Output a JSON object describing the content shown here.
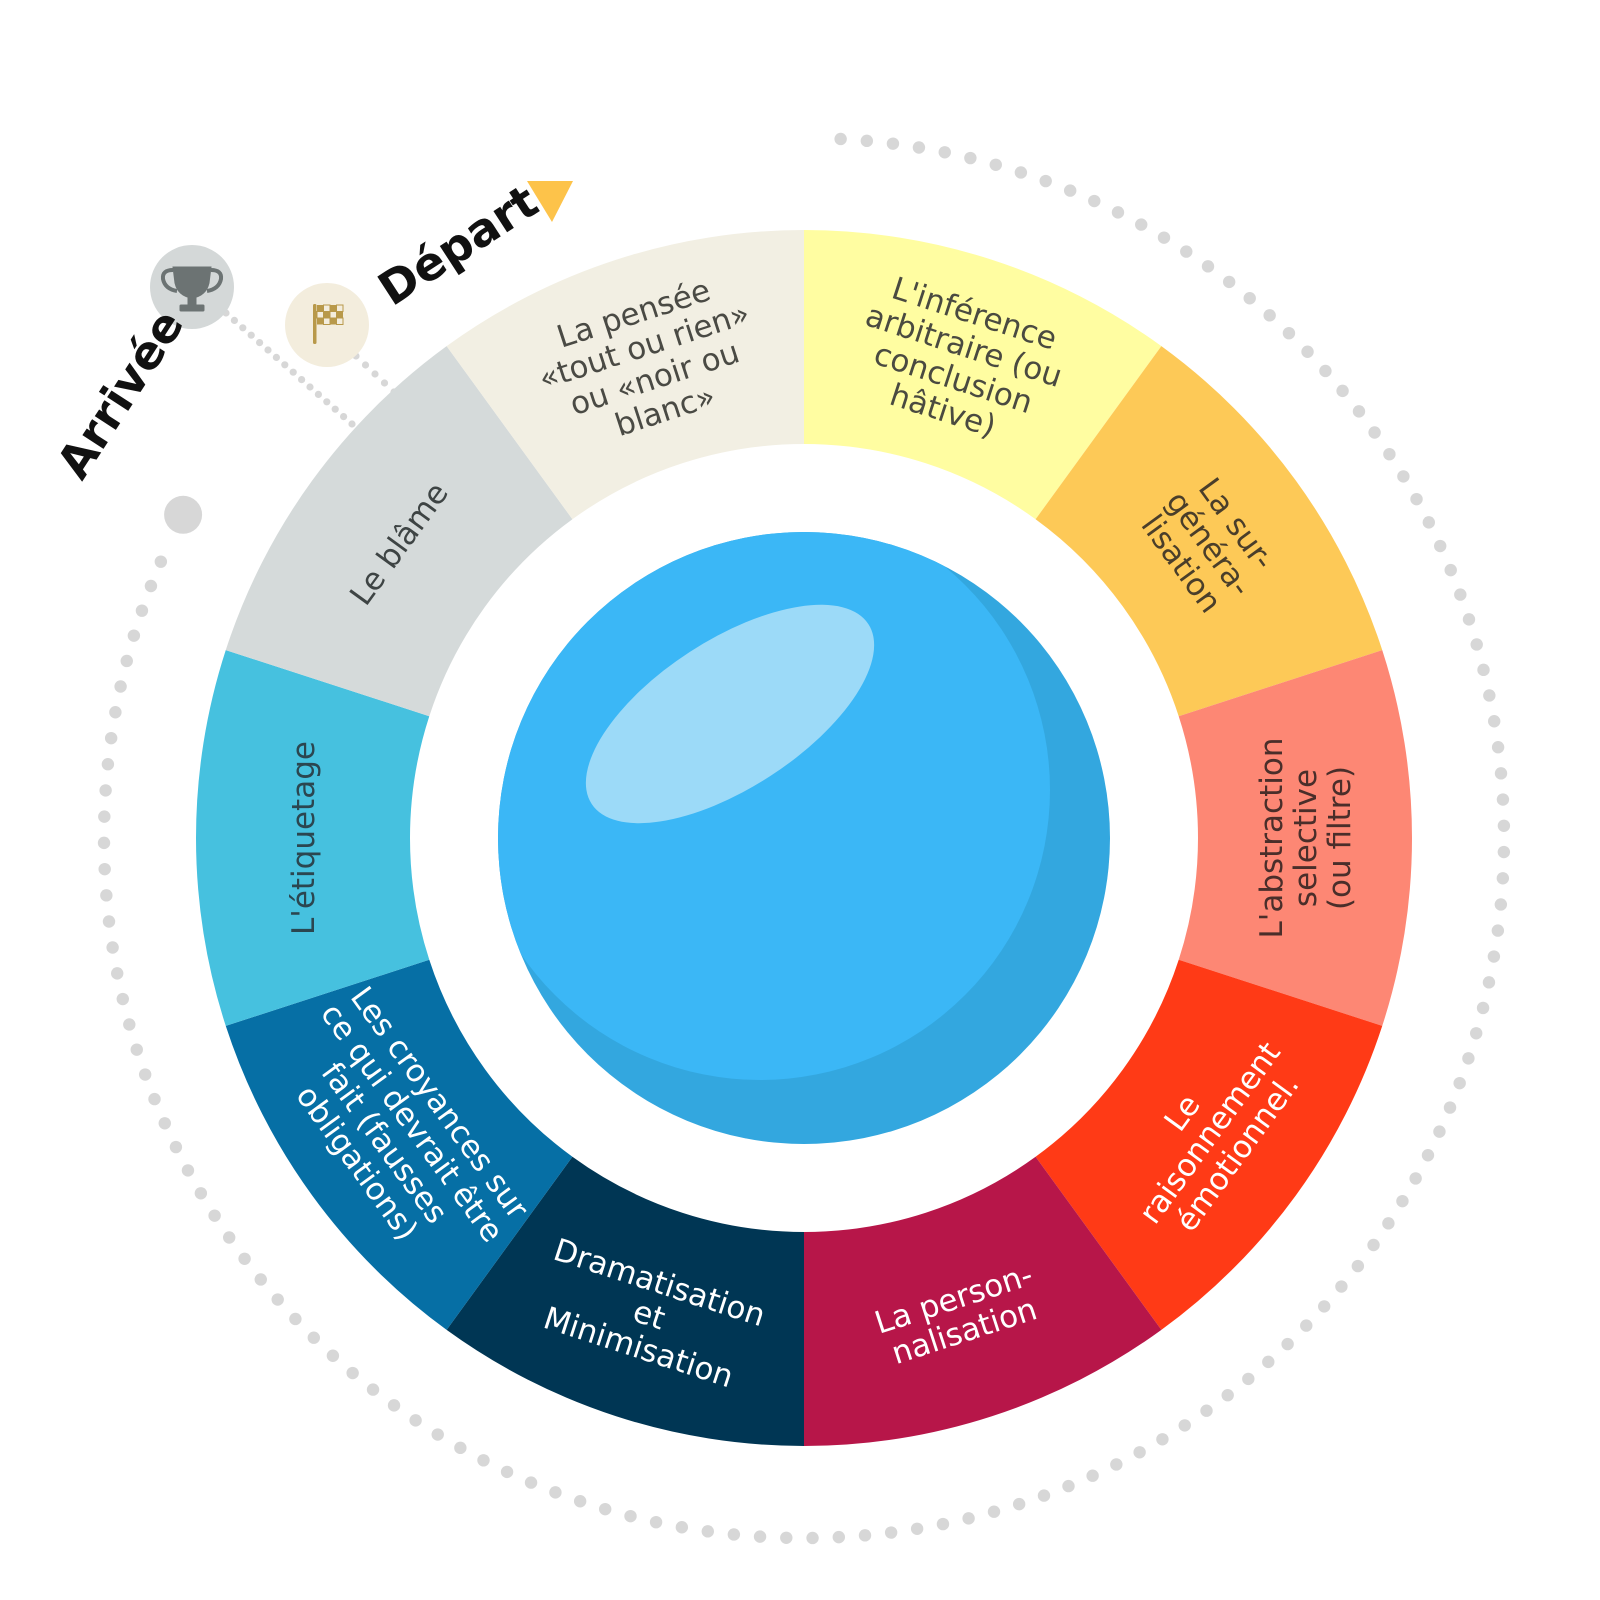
{
  "labels": {
    "start": "Départ",
    "finish": "Arrivée"
  },
  "icons": {
    "start": "checkered-flag-icon",
    "finish": "trophy-icon"
  },
  "colors": {
    "center_ball": "#3BB7F6",
    "center_shadow": "#33A7DF",
    "center_highlight": "#9CDAF8",
    "dots": "#D7D7D7",
    "start_arrow": "#FDC34A",
    "flag_badge": "#F3EDDD",
    "flag": "#B8994A",
    "trophy_badge": "#D4D8D8",
    "trophy": "#6C7373"
  },
  "segments": [
    {
      "lines": [
        "L'inférence",
        "arbitraire (ou",
        "conclusion",
        "hâtive)"
      ],
      "fill": "#FFFDA1",
      "text_color": "#4A4A40"
    },
    {
      "lines": [
        "La sur-",
        "généra-",
        "lisation"
      ],
      "fill": "#FDC957",
      "text_color": "#4A3E2A"
    },
    {
      "lines": [
        "L'abstraction",
        "selective",
        "(ou filtre)"
      ],
      "fill": "#FD8774",
      "text_color": "#4A2E2A"
    },
    {
      "lines": [
        "Le",
        "raisonnement",
        "émotionnel."
      ],
      "fill": "#FF3A16",
      "text_color": "#FFFFFF"
    },
    {
      "lines": [
        "La person-",
        "nalisation"
      ],
      "fill": "#B71649",
      "text_color": "#FFFFFF"
    },
    {
      "lines": [
        "Dramatisation",
        "et",
        "Minimisation"
      ],
      "fill": "#003654",
      "text_color": "#FFFFFF"
    },
    {
      "lines": [
        "Les croyances sur",
        "ce qui devrait être",
        "fait (fausses",
        "obligations)"
      ],
      "fill": "#066FA5",
      "text_color": "#FFFFFF"
    },
    {
      "lines": [
        "L'étiquetage"
      ],
      "fill": "#46C1DF",
      "text_color": "#2B4650"
    },
    {
      "lines": [
        "Le blâme"
      ],
      "fill": "#D5DADA",
      "text_color": "#3E4444"
    },
    {
      "lines": [
        "La pensée",
        "«tout ou rien»",
        "ou «noir ou",
        "blanc»"
      ],
      "fill": "#F2EFE3",
      "text_color": "#4A4A44"
    }
  ]
}
